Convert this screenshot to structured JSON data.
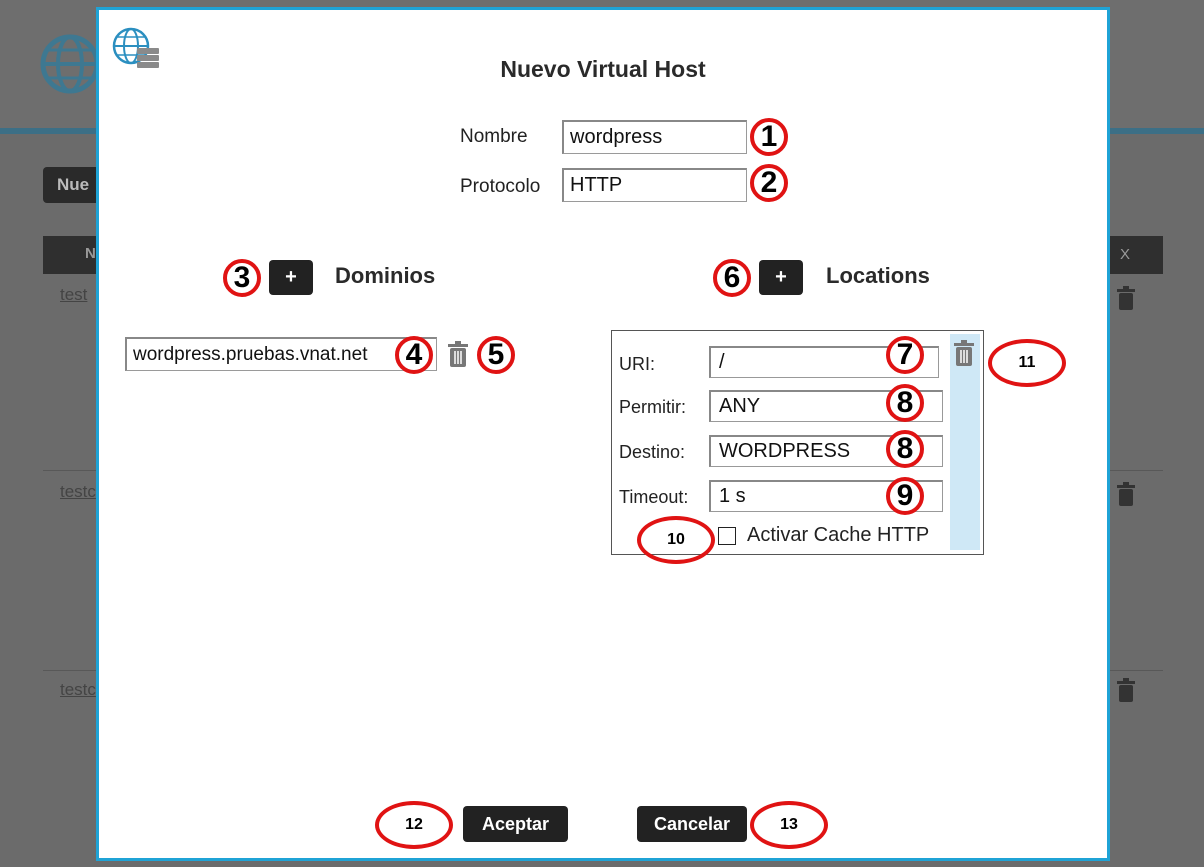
{
  "background": {
    "new_button_label": "Nue",
    "table_header_col_n": "N",
    "table_header_col_x": "X",
    "rows": [
      "test",
      "testc",
      "testc"
    ]
  },
  "modal": {
    "title": "Nuevo Virtual Host",
    "icon": "globe-server-icon",
    "nombre": {
      "label": "Nombre",
      "value": "wordpress"
    },
    "protocolo": {
      "label": "Protocolo",
      "value": "HTTP"
    },
    "dominios": {
      "title": "Dominios",
      "add_label": "+",
      "items": [
        "wordpress.pruebas.vnat.net"
      ]
    },
    "locations": {
      "title": "Locations",
      "add_label": "+",
      "item": {
        "uri": {
          "label": "URI:",
          "value": "/"
        },
        "permitir": {
          "label": "Permitir:",
          "value": "ANY"
        },
        "destino": {
          "label": "Destino:",
          "value": "WORDPRESS"
        },
        "timeout": {
          "label": "Timeout:",
          "value": "1 s"
        },
        "cache": {
          "label": "Activar Cache HTTP",
          "checked": false
        }
      }
    },
    "accept_label": "Aceptar",
    "cancel_label": "Cancelar"
  },
  "annotations": {
    "n1": "1",
    "n2": "2",
    "n3": "3",
    "n4": "4",
    "n5": "5",
    "n6": "6",
    "n7": "7",
    "n8a": "8",
    "n8b": "8",
    "n9": "9",
    "n10": "10",
    "n11": "11",
    "n12": "12",
    "n13": "13"
  },
  "colors": {
    "modal_border": "#1fa3d6",
    "annotation_red": "#e01313",
    "button_dark": "#222222",
    "location_sidebar": "#cfe8f6"
  }
}
